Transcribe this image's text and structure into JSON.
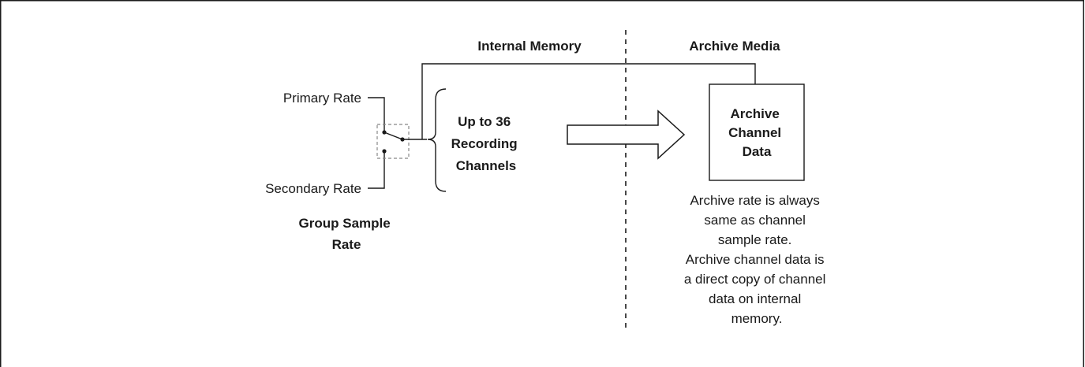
{
  "headings": {
    "internal_memory": "Internal Memory",
    "archive_media": "Archive Media"
  },
  "switch_inputs": {
    "primary_rate": "Primary Rate",
    "secondary_rate": "Secondary Rate"
  },
  "group_sample_rate": {
    "line1": "Group Sample",
    "line2": "Rate"
  },
  "recording_channels": {
    "line1": "Up to 36",
    "line2": "Recording",
    "line3": "Channels"
  },
  "archive_box": {
    "line1": "Archive",
    "line2": "Channel",
    "line3": "Data"
  },
  "archive_note": [
    "Archive rate is always",
    "same as channel",
    "sample rate.",
    "Archive channel data is",
    "a direct copy of channel",
    "data on internal",
    "memory."
  ],
  "colors": {
    "ink": "#1a1a1a",
    "switch_box": "#888888",
    "background": "#ffffff"
  }
}
